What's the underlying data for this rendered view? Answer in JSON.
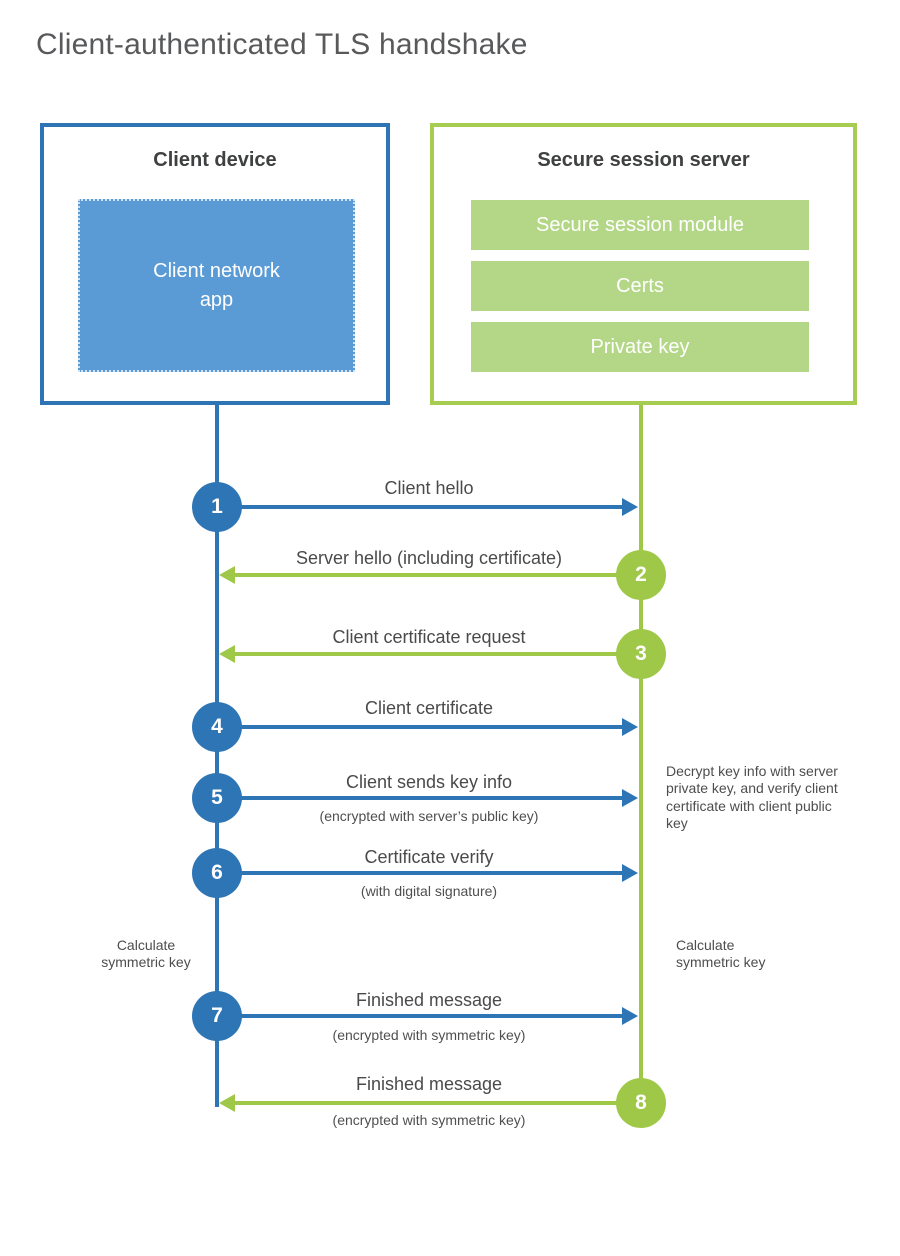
{
  "title": "Client-authenticated TLS handshake",
  "client_box": {
    "title": "Client device",
    "app": "Client network app"
  },
  "server_box": {
    "title": "Secure session server",
    "modules": [
      "Secure session module",
      "Certs",
      "Private key"
    ]
  },
  "steps": [
    {
      "num": "1",
      "label": "Client hello",
      "from": "client"
    },
    {
      "num": "2",
      "label": "Server hello (including certificate)",
      "from": "server"
    },
    {
      "num": "3",
      "label": "Client certificate request",
      "from": "server"
    },
    {
      "num": "4",
      "label": "Client certificate",
      "from": "client"
    },
    {
      "num": "5",
      "label": "Client sends key info",
      "sub": "(encrypted with server’s public key)",
      "from": "client"
    },
    {
      "num": "6",
      "label": "Certificate verify",
      "sub": "(with digital signature)",
      "from": "client"
    },
    {
      "num": "7",
      "label": "Finished message",
      "sub": "(encrypted with symmetric key)",
      "from": "client"
    },
    {
      "num": "8",
      "label": "Finished message",
      "sub": "(encrypted with symmetric key)",
      "from": "server"
    }
  ],
  "annotations": {
    "decrypt_note": "Decrypt key info with server private key, and verify client certificate with client public key",
    "calc_left": "Calculate symmetric key",
    "calc_right": "Calculate symmetric key"
  },
  "colors": {
    "blue": "#2e75b6",
    "light_blue": "#5b9bd5",
    "green": "#9fc848",
    "light_green": "#b4d787",
    "green_border": "#a6cd52"
  }
}
